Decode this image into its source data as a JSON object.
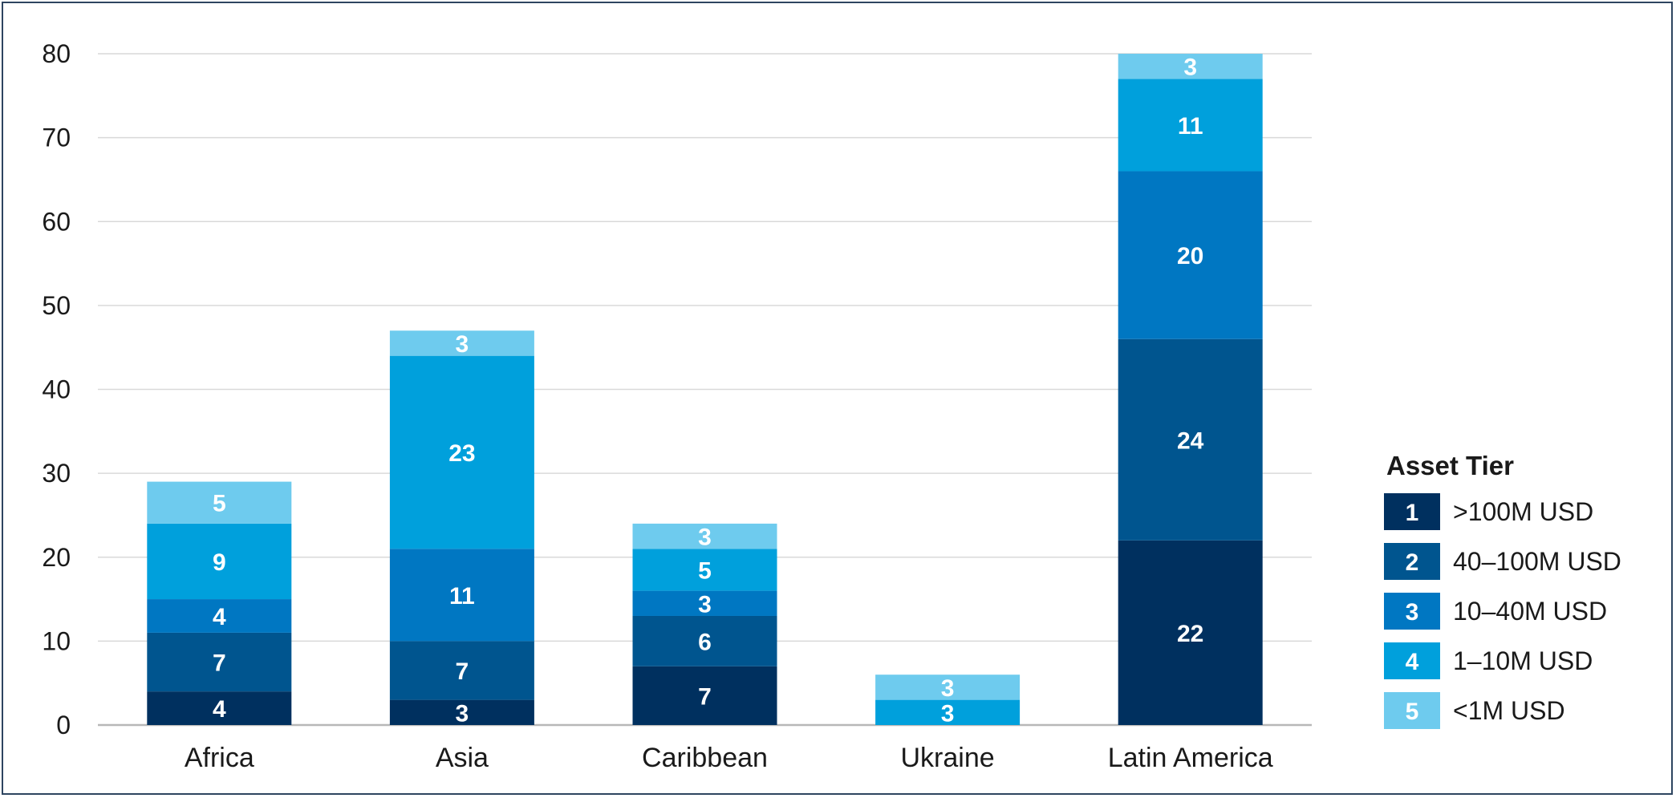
{
  "chart_data": {
    "type": "bar",
    "stacked": true,
    "categories": [
      "Africa",
      "Asia",
      "Caribbean",
      "Ukraine",
      "Latin America"
    ],
    "series": [
      {
        "name": ">100M USD",
        "tier": "1",
        "color": "#00305f",
        "values": [
          4,
          3,
          7,
          0,
          22
        ]
      },
      {
        "name": "40–100M USD",
        "tier": "2",
        "color": "#00558f",
        "values": [
          7,
          7,
          6,
          0,
          24
        ]
      },
      {
        "name": "10–40M USD",
        "tier": "3",
        "color": "#0077c2",
        "values": [
          4,
          11,
          3,
          0,
          20
        ]
      },
      {
        "name": "1–10M USD",
        "tier": "4",
        "color": "#00a0dc",
        "values": [
          9,
          23,
          5,
          3,
          11
        ]
      },
      {
        "name": "<1M USD",
        "tier": "5",
        "color": "#6ecbee",
        "values": [
          5,
          3,
          3,
          3,
          3
        ]
      }
    ],
    "ylim": [
      0,
      80
    ],
    "yticks": [
      0,
      10,
      20,
      30,
      40,
      50,
      60,
      70,
      80
    ],
    "grid": true,
    "legend": {
      "title": "Asset Tier",
      "placement": "right"
    },
    "title": "",
    "xlabel": "",
    "ylabel": ""
  }
}
